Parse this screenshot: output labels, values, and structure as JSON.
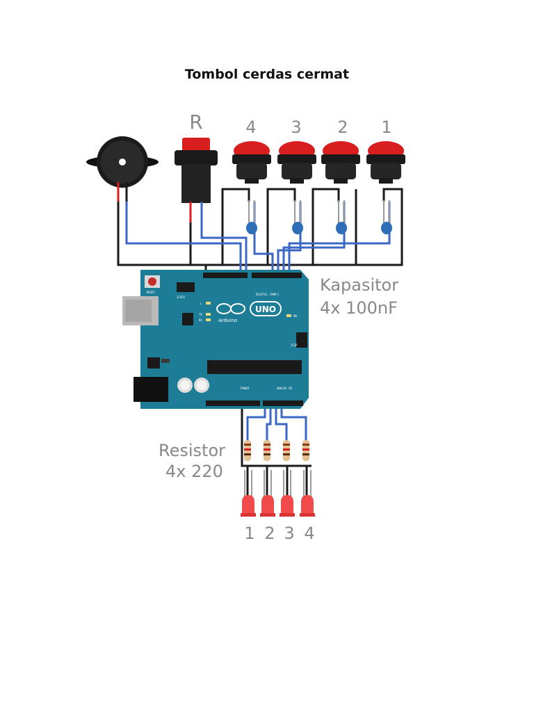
{
  "title": "Tombol cerdas cermat",
  "labels": {
    "reset_button": "R",
    "button_numbers": [
      "4",
      "3",
      "2",
      "1"
    ],
    "capacitor_line1": "Kapasitor",
    "capacitor_line2": "4x 100nF",
    "resistor_line1": "Resistor",
    "resistor_line2": "4x 220",
    "led_numbers": [
      "1",
      "2",
      "3",
      "4"
    ]
  },
  "board_text": {
    "reset": "RESET",
    "icsp2": "ICSP2",
    "uno": "UNO",
    "arduino": "Arduino",
    "tx": "TX",
    "rx": "RX",
    "l": "L",
    "on": "ON",
    "icsp": "ICSP",
    "digital": "DIGITAL (PWM~)",
    "power": "POWER",
    "analog": "ANALOG IN"
  },
  "colors": {
    "board": "#1e7d96",
    "wire_black": "#1a1a1a",
    "wire_blue": "#3a66c4",
    "button_red": "#d81e1e",
    "led_red": "#f04a4a",
    "capacitor_blue": "#2e6fb8",
    "label_gray": "#888888"
  }
}
